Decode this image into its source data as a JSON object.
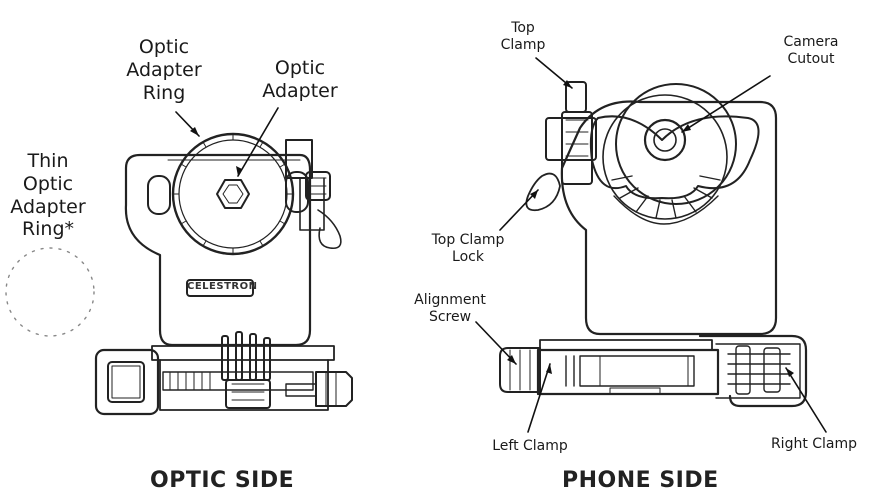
{
  "optic_side": {
    "title": "OPTIC SIDE",
    "labels": {
      "optic_adapter_ring": "Optic\nAdapter\nRing",
      "optic_adapter": "Optic\nAdapter",
      "thin_optic_adapter_ring": "Thin Optic\nAdapter\nRing*",
      "brand": "CELESTRON"
    }
  },
  "phone_side": {
    "title": "PHONE SIDE",
    "labels": {
      "top_clamp": "Top\nClamp",
      "camera_cutout": "Camera\nCutout",
      "top_clamp_lock": "Top Clamp\nLock",
      "alignment_screw": "Alignment\nScrew",
      "left_clamp": "Left Clamp",
      "right_clamp": "Right Clamp"
    }
  }
}
